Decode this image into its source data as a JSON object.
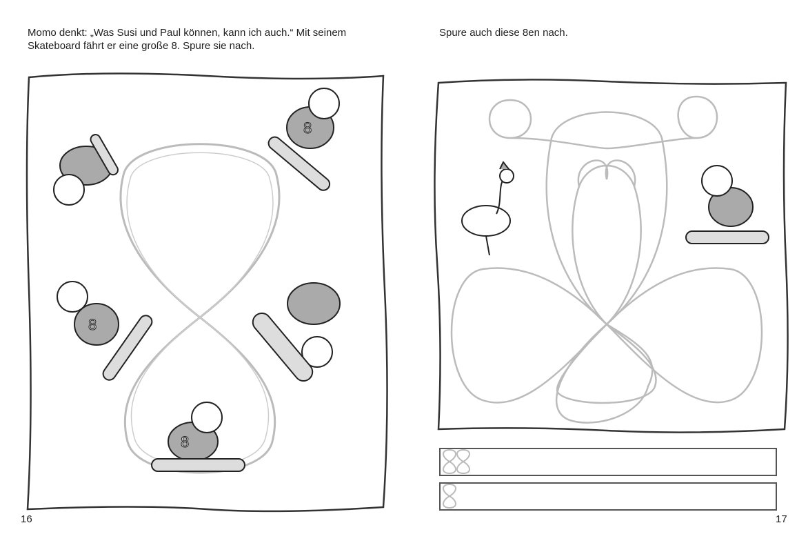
{
  "left_page": {
    "instruction_line1": "Momo denkt: „Was Susi und Paul können, kann ich auch.“ Mit seinem",
    "instruction_line2": "Skateboard fährt er eine große 8. Spure sie nach.",
    "page_number": "16"
  },
  "right_page": {
    "instruction": "Spure auch diese 8en nach.",
    "page_number": "17",
    "practice_rows": [
      {
        "guide_digits": 2
      },
      {
        "guide_digits": 1
      }
    ]
  },
  "colors": {
    "trace": "#bbbbbb",
    "frame": "#333333",
    "fill": "#a9a9a9"
  }
}
